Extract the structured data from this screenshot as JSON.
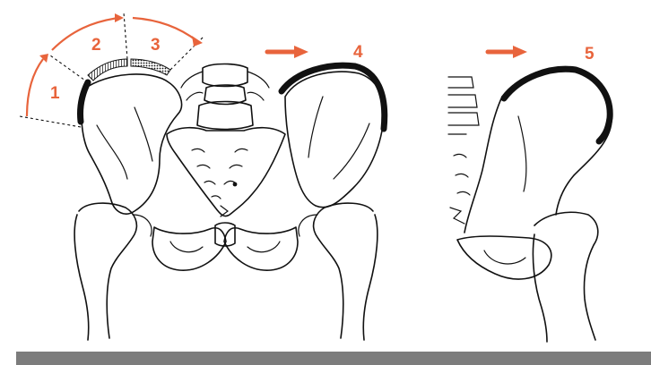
{
  "labels": {
    "stage1": "1",
    "stage2": "2",
    "stage3": "3",
    "stage4": "4",
    "stage5": "5"
  },
  "colors": {
    "accent": "#e8643c",
    "line": "#111111",
    "footer_bar": "#7c7c7c"
  },
  "icons": {
    "arrow4": "right-arrow-icon",
    "arrow5": "right-arrow-icon"
  }
}
